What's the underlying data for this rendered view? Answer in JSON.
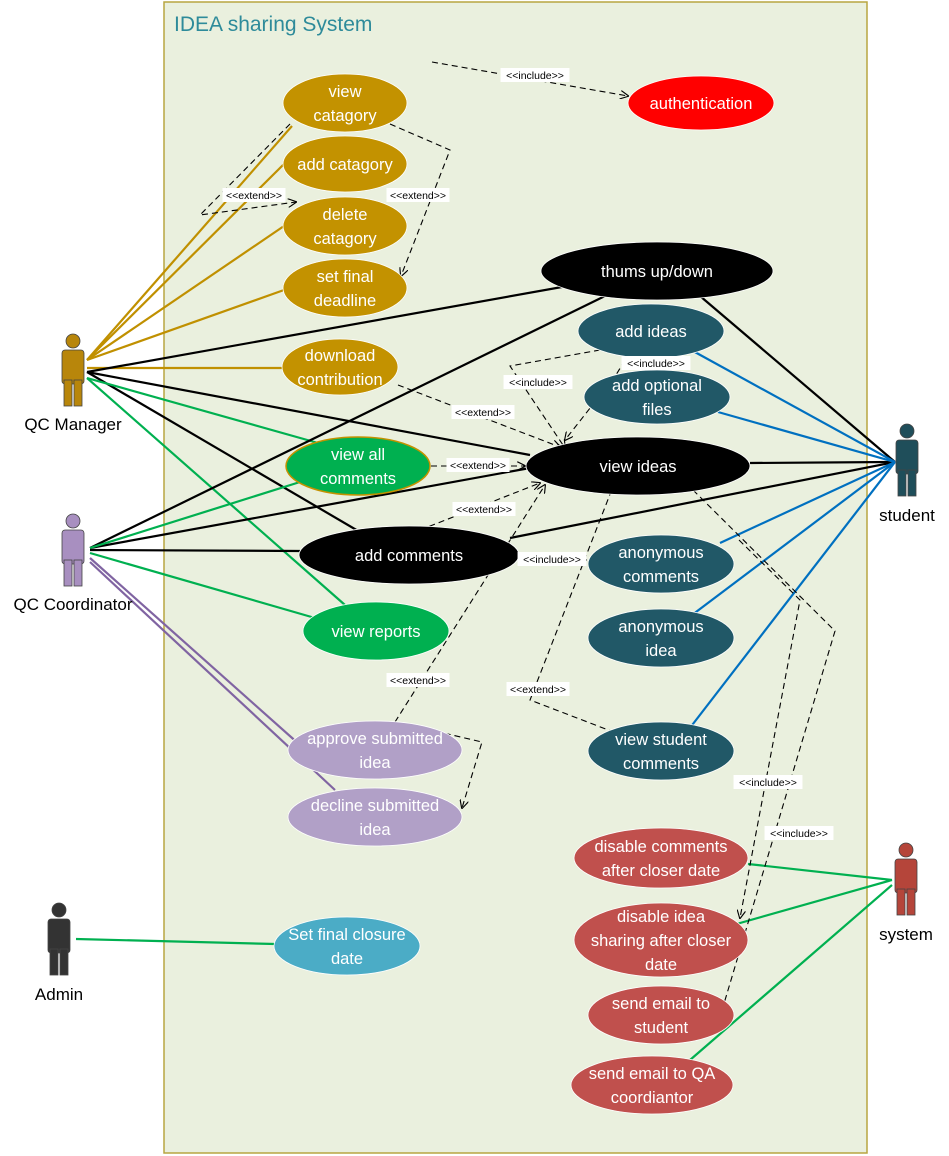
{
  "system": {
    "title": "IDEA sharing System",
    "title_color": "#2e8b9a",
    "boundary_fill": "#eaf0de",
    "boundary_stroke": "#b8a640"
  },
  "actors": [
    {
      "id": "qc-manager",
      "label": "QC Manager",
      "color": "#b8860b"
    },
    {
      "id": "qc-coordinator",
      "label": "QC Coordinator",
      "color": "#a88fc0"
    },
    {
      "id": "admin",
      "label": "Admin",
      "color": "#333333"
    },
    {
      "id": "student",
      "label": "student",
      "color": "#1f4e5a"
    },
    {
      "id": "system-actor",
      "label": "system",
      "color": "#b5453a"
    }
  ],
  "use_cases": [
    {
      "id": "view-catagory",
      "lines": [
        "view",
        "catagory"
      ],
      "fill": "#c39200",
      "text": "#ffffff"
    },
    {
      "id": "add-catagory",
      "lines": [
        "add catagory"
      ],
      "fill": "#c39200",
      "text": "#ffffff"
    },
    {
      "id": "delete-catagory",
      "lines": [
        "delete",
        "catagory"
      ],
      "fill": "#c39200",
      "text": "#ffffff"
    },
    {
      "id": "set-final-deadline",
      "lines": [
        "set final",
        "deadline"
      ],
      "fill": "#c39200",
      "text": "#ffffff"
    },
    {
      "id": "download-contribution",
      "lines": [
        "download",
        "contribution"
      ],
      "fill": "#c39200",
      "text": "#ffffff"
    },
    {
      "id": "authentication",
      "lines": [
        "authentication"
      ],
      "fill": "#ff0000",
      "text": "#ffffff"
    },
    {
      "id": "thums-up-down",
      "lines": [
        "thums up/down"
      ],
      "fill": "#000000",
      "text": "#ffffff"
    },
    {
      "id": "add-ideas",
      "lines": [
        "add ideas"
      ],
      "fill": "#215867",
      "text": "#ffffff"
    },
    {
      "id": "add-optional-files",
      "lines": [
        "add optional",
        "files"
      ],
      "fill": "#215867",
      "text": "#ffffff"
    },
    {
      "id": "view-all-comments",
      "lines": [
        "view all",
        "comments"
      ],
      "fill": "#00b050",
      "text": "#ffffff"
    },
    {
      "id": "view-ideas",
      "lines": [
        "view ideas"
      ],
      "fill": "#000000",
      "text": "#ffffff"
    },
    {
      "id": "add-comments",
      "lines": [
        "add comments"
      ],
      "fill": "#000000",
      "text": "#ffffff"
    },
    {
      "id": "anonymous-comments",
      "lines": [
        "anonymous",
        "comments"
      ],
      "fill": "#215867",
      "text": "#ffffff"
    },
    {
      "id": "anonymous-idea",
      "lines": [
        "anonymous",
        "idea"
      ],
      "fill": "#215867",
      "text": "#ffffff"
    },
    {
      "id": "view-reports",
      "lines": [
        "view reports"
      ],
      "fill": "#00b050",
      "text": "#ffffff"
    },
    {
      "id": "view-student-comments",
      "lines": [
        "view student",
        "comments"
      ],
      "fill": "#215867",
      "text": "#ffffff"
    },
    {
      "id": "approve-submitted-idea",
      "lines": [
        "approve submitted",
        "idea"
      ],
      "fill": "#b1a0c7",
      "text": "#ffffff"
    },
    {
      "id": "decline-submitted-idea",
      "lines": [
        "decline submitted",
        "idea"
      ],
      "fill": "#b1a0c7",
      "text": "#ffffff"
    },
    {
      "id": "set-final-closure-date",
      "lines": [
        "Set final closure",
        "date"
      ],
      "fill": "#4bacc6",
      "text": "#ffffff"
    },
    {
      "id": "disable-comments",
      "lines": [
        "disable comments",
        "after closer date"
      ],
      "fill": "#c0504d",
      "text": "#ffffff"
    },
    {
      "id": "disable-idea-sharing",
      "lines": [
        "disable idea",
        "sharing after closer",
        "date"
      ],
      "fill": "#c0504d",
      "text": "#ffffff"
    },
    {
      "id": "send-email-student",
      "lines": [
        "send email to",
        "student"
      ],
      "fill": "#c0504d",
      "text": "#ffffff"
    },
    {
      "id": "send-email-qa",
      "lines": [
        "send email to QA",
        "coordiantor"
      ],
      "fill": "#c0504d",
      "text": "#ffffff"
    }
  ],
  "relationship_labels": [
    {
      "id": "include-auth",
      "text": "<<include>>"
    },
    {
      "id": "extend-add-catagory",
      "text": "<<extend>>"
    },
    {
      "id": "extend-deadline",
      "text": "<<extend>>"
    },
    {
      "id": "include-optional-files",
      "text": "<<include>>"
    },
    {
      "id": "include-thums",
      "text": "<<include>>"
    },
    {
      "id": "extend-download",
      "text": "<<extend>>"
    },
    {
      "id": "extend-view-all-comments",
      "text": "<<extend>>"
    },
    {
      "id": "extend-add-comments",
      "text": "<<extend>>"
    },
    {
      "id": "include-anonymous-comments",
      "text": "<<include>>"
    },
    {
      "id": "extend-approve",
      "text": "<<extend>>"
    },
    {
      "id": "extend-view-student-comments",
      "text": "<<extend>>"
    },
    {
      "id": "include-email-student",
      "text": "<<include>>"
    },
    {
      "id": "include-email-qa",
      "text": "<<include>>"
    }
  ],
  "connector_colors": {
    "qc_manager": "#c09000",
    "qc_coordinator": "#8064a2",
    "black": "#000000",
    "green": "#00b050",
    "student": "#0070c0"
  }
}
